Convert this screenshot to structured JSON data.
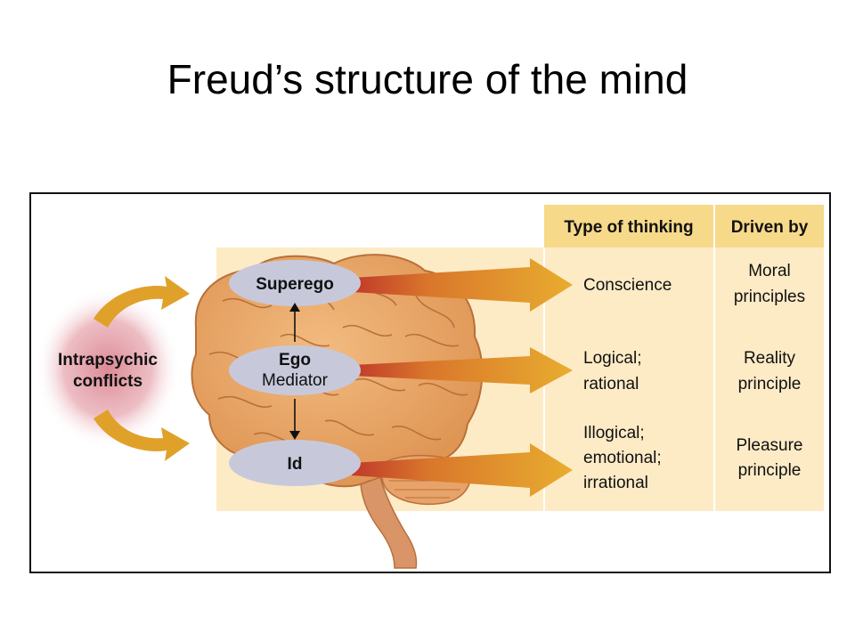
{
  "title": "Freud’s structure of the mind",
  "colors": {
    "panel": "#fdebc6",
    "header": "#f7d98a",
    "brain": "#e8a266",
    "brain_outline": "#b8703a",
    "arrow": "#e0a12b",
    "ellipse": "#c7c9db",
    "conflict_glow": "#d9838f"
  },
  "diagram": {
    "conflict_label": [
      "Intrapsychic",
      "conflicts"
    ],
    "mind_parts": {
      "superego": "Superego",
      "ego": "Ego",
      "ego_role": "Mediator",
      "id": "Id"
    },
    "table": {
      "headers": [
        "Type of thinking",
        "Driven by"
      ],
      "rows": [
        {
          "part": "Superego",
          "thinking": [
            "Conscience"
          ],
          "driven_by": [
            "Moral",
            "principles"
          ]
        },
        {
          "part": "Ego",
          "thinking": [
            "Logical;",
            "rational"
          ],
          "driven_by": [
            "Reality",
            "principle"
          ]
        },
        {
          "part": "Id",
          "thinking": [
            "Illogical;",
            "emotional;",
            "irrational"
          ],
          "driven_by": [
            "Pleasure",
            "principle"
          ]
        }
      ]
    }
  }
}
